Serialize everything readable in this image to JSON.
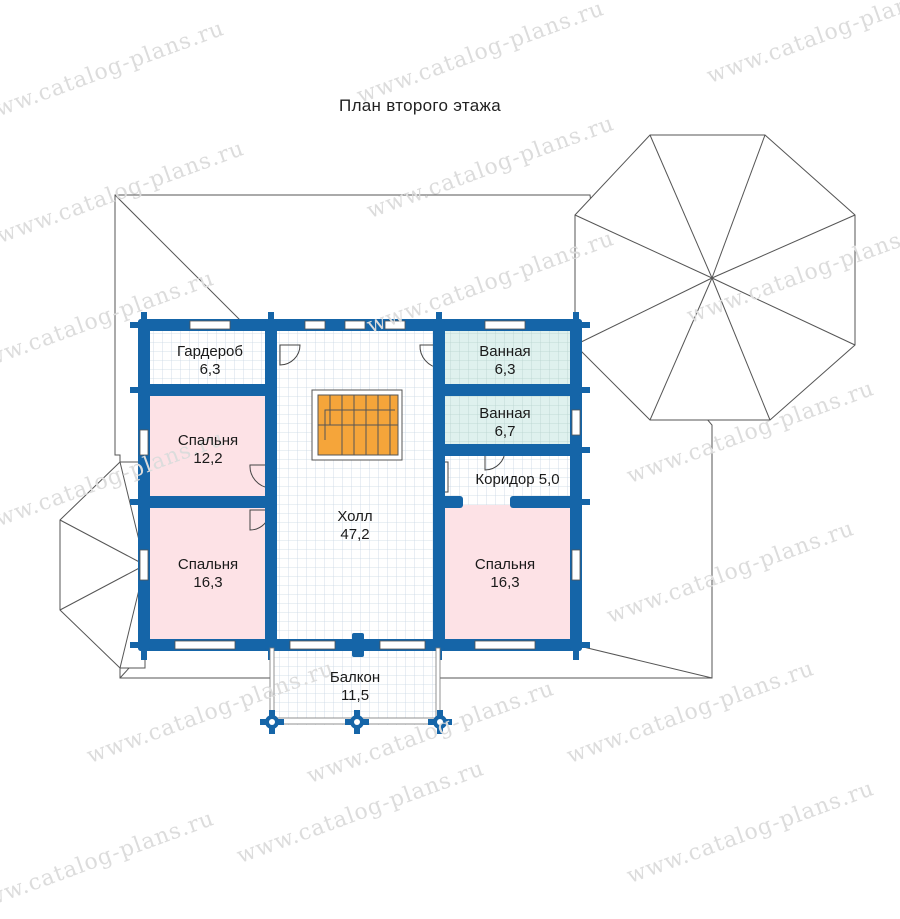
{
  "title": "План второго этажа",
  "watermark": "www.catalog-plans.ru",
  "colors": {
    "wall": "#1565a8",
    "bedroom_fill": "#fde2e6",
    "bath_fill": "#dff1ee",
    "grid_line": "#c9d6e4",
    "stair_fill": "#f5a53a",
    "roof_line": "#555555"
  },
  "rooms": [
    {
      "id": "wardrobe",
      "name": "Гардероб",
      "area": "6,3"
    },
    {
      "id": "bath1",
      "name": "Ванная",
      "area": "6,3"
    },
    {
      "id": "bath2",
      "name": "Ванная",
      "area": "6,7"
    },
    {
      "id": "corridor",
      "name": "Коридор",
      "area": "5,0"
    },
    {
      "id": "bedroom1",
      "name": "Спальня",
      "area": "12,2"
    },
    {
      "id": "hall",
      "name": "Холл",
      "area": "47,2"
    },
    {
      "id": "bedroom2",
      "name": "Спальня",
      "area": "16,3"
    },
    {
      "id": "bedroom3",
      "name": "Спальня",
      "area": "16,3"
    },
    {
      "id": "balcony",
      "name": "Балкон",
      "area": "11,5"
    }
  ]
}
